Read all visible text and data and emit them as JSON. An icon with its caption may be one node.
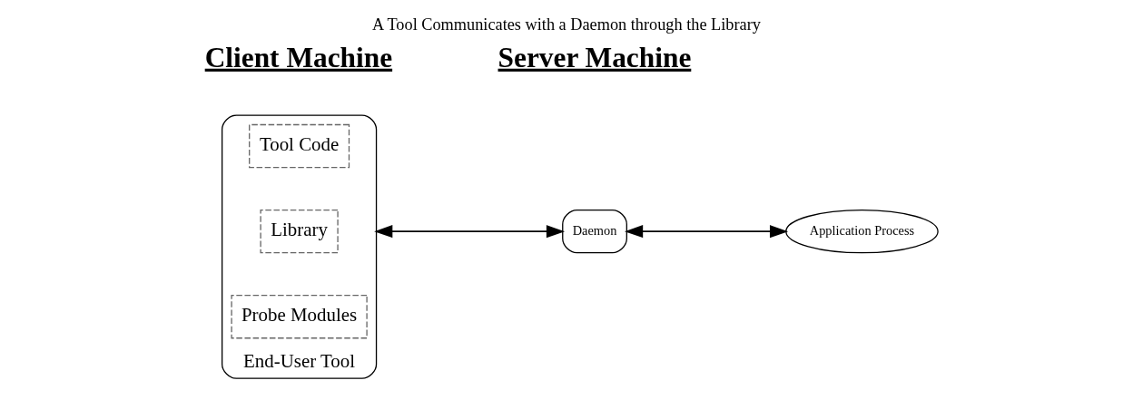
{
  "diagram": {
    "title": "A Tool Communicates with a Daemon through the Library",
    "nodes": [
      {
        "text": [],
        "shape": "box",
        "beside": [
          "End-User Tool"
        ]
      },
      {
        "text": [
          "Tool Code"
        ],
        "in": 0
      },
      {
        "text": [
          "Library"
        ],
        "in": 0
      },
      {
        "text": [
          "Probe Modules"
        ],
        "in": 0
      },
      {
        "text": [
          "Daemon"
        ]
      },
      {
        "text": [
          "Application Process"
        ]
      }
    ],
    "edges": [
      {
        "from": 0,
        "to": 4,
        "arrow": "both"
      },
      {
        "from": 4,
        "to": 5,
        "arrow": "both"
      }
    ],
    "labels": [
      "Client Machine",
      "Server Machine"
    ]
  }
}
